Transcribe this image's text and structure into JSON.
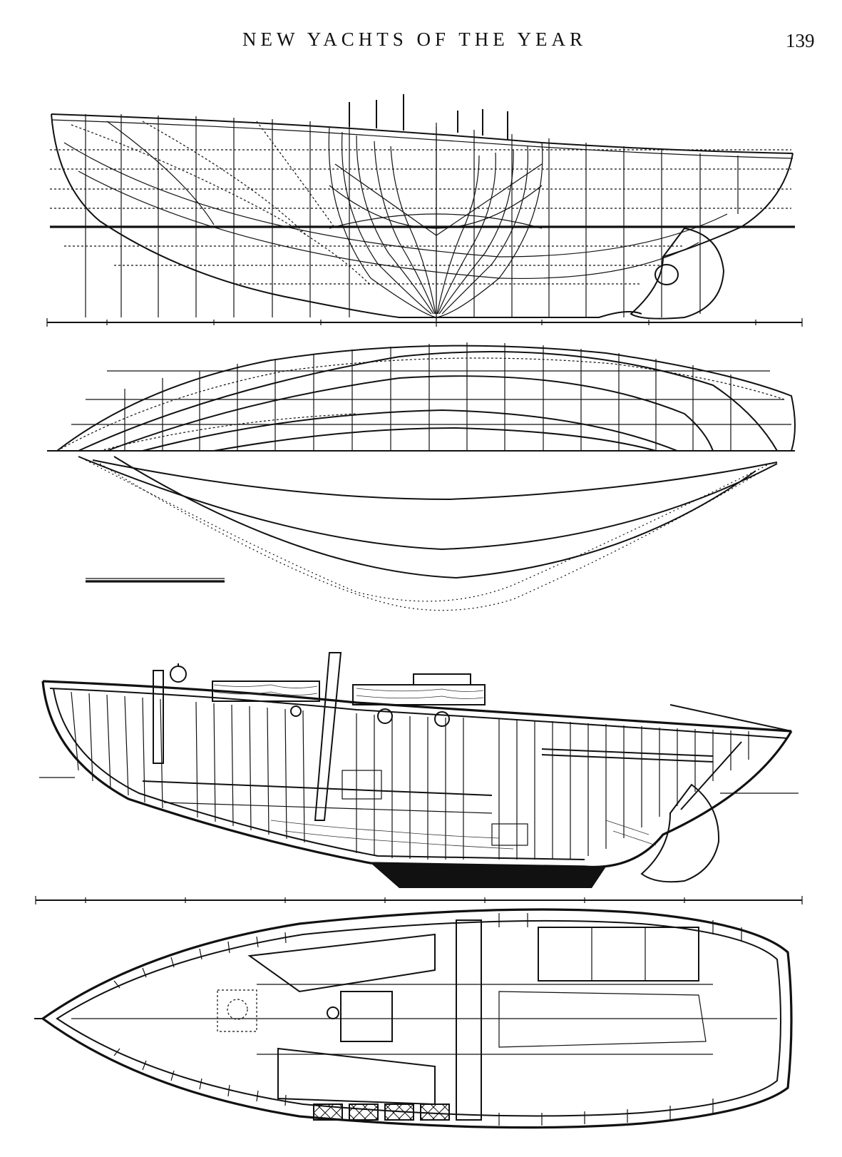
{
  "header": {
    "running_head": "NEW YACHTS OF THE YEAR",
    "page_number": "139"
  },
  "drawings": {
    "lines_plan": "lines-plan-profile-and-body-plan",
    "half_breadth": "half-breadth-plan",
    "inboard_profile": "inboard-profile",
    "accommodation_plan": "accommodation-plan"
  }
}
